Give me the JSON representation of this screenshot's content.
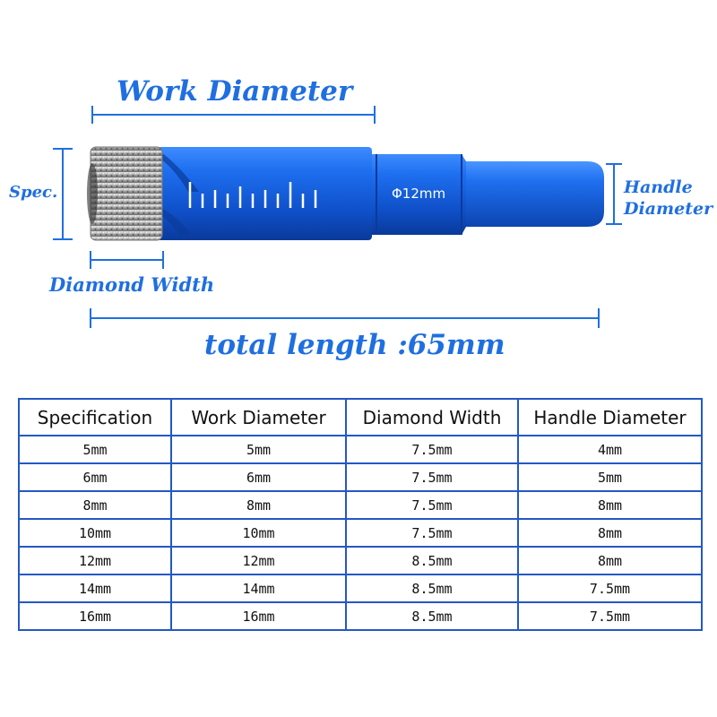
{
  "diagram": {
    "work_diameter_label": "Work Diameter",
    "spec_label": "Spec.",
    "handle_label_line1": "Handle",
    "handle_label_line2": "Diameter",
    "diamond_width_label": "Diamond Width",
    "total_length_label": "total length :65mm",
    "bit_marking": "Φ12mm",
    "colors": {
      "accent": "#1f6fe0",
      "bit_blue": "#1565e8",
      "table_border": "#2458c4"
    }
  },
  "table": {
    "headers": [
      "Specification",
      "Work Diameter",
      "Diamond Width",
      "Handle Diameter"
    ],
    "rows": [
      [
        "5mm",
        "5mm",
        "7.5mm",
        "4mm"
      ],
      [
        "6mm",
        "6mm",
        "7.5mm",
        "5mm"
      ],
      [
        "8mm",
        "8mm",
        "7.5mm",
        "8mm"
      ],
      [
        "10mm",
        "10mm",
        "7.5mm",
        "8mm"
      ],
      [
        "12mm",
        "12mm",
        "8.5mm",
        "8mm"
      ],
      [
        "14mm",
        "14mm",
        "8.5mm",
        "7.5mm"
      ],
      [
        "16mm",
        "16mm",
        "8.5mm",
        "7.5mm"
      ]
    ]
  }
}
